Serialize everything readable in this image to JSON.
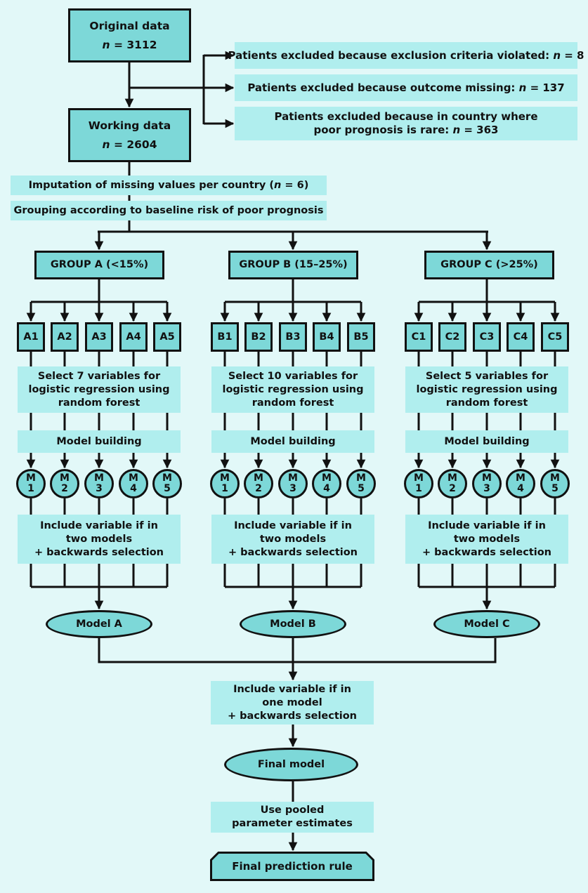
{
  "nodes": {
    "original": {
      "title": "Original data",
      "n_label": "n",
      "n_text": " = 3112"
    },
    "working": {
      "title": "Working data",
      "n_label": "n",
      "n_text": " = 2604"
    },
    "excluded_1": {
      "text": "Patients excluded because exclusion criteria violated: ",
      "n_label": "n",
      "n_text": " = 8"
    },
    "excluded_2": {
      "text": "Patients excluded because outcome missing: ",
      "n_label": "n",
      "n_text": " = 137"
    },
    "excluded_3": {
      "line1": "Patients excluded because in country where",
      "line2": "poor prognosis is rare: ",
      "n_label": "n",
      "n_text": " = 363"
    },
    "imputation": {
      "text": "Imputation of missing values per country (",
      "n_label": "n",
      "n_text": " = 6)"
    },
    "grouping": {
      "text": "Grouping according to baseline risk of poor prognosis"
    },
    "combine": {
      "line1": "Include variable if in",
      "line2": "one model",
      "line3": "+ backwards selection"
    },
    "final_model": {
      "text": "Final model"
    },
    "pooled": {
      "line1": "Use pooled",
      "line2": "parameter estimates"
    },
    "final_rule": {
      "text": "Final prediction rule"
    }
  },
  "groups": [
    {
      "label": "GROUP A (<15%)",
      "subsets": [
        "A1",
        "A2",
        "A3",
        "A4",
        "A5"
      ],
      "select_lines": [
        "Select 7 variables for",
        "logistic regression using",
        "random forest"
      ],
      "model_building": "Model building",
      "models": [
        [
          "M",
          "1"
        ],
        [
          "M",
          "2"
        ],
        [
          "M",
          "3"
        ],
        [
          "M",
          "4"
        ],
        [
          "M",
          "5"
        ]
      ],
      "include_lines": [
        "Include variable if in",
        "two models",
        "+ backwards selection"
      ],
      "result": "Model A"
    },
    {
      "label": "GROUP B (15–25%)",
      "subsets": [
        "B1",
        "B2",
        "B3",
        "B4",
        "B5"
      ],
      "select_lines": [
        "Select 10 variables for",
        "logistic regression using",
        "random forest"
      ],
      "model_building": "Model building",
      "models": [
        [
          "M",
          "1"
        ],
        [
          "M",
          "2"
        ],
        [
          "M",
          "3"
        ],
        [
          "M",
          "4"
        ],
        [
          "M",
          "5"
        ]
      ],
      "include_lines": [
        "Include variable if in",
        "two models",
        "+ backwards selection"
      ],
      "result": "Model B"
    },
    {
      "label": "GROUP C (>25%)",
      "subsets": [
        "C1",
        "C2",
        "C3",
        "C4",
        "C5"
      ],
      "select_lines": [
        "Select 5 variables for",
        "logistic regression using",
        "random forest"
      ],
      "model_building": "Model building",
      "models": [
        [
          "M",
          "1"
        ],
        [
          "M",
          "2"
        ],
        [
          "M",
          "3"
        ],
        [
          "M",
          "4"
        ],
        [
          "M",
          "5"
        ]
      ],
      "include_lines": [
        "Include variable if in",
        "two models",
        "+ backwards selection"
      ],
      "result": "Model C"
    }
  ],
  "colors": {
    "background": "#e2f8f8",
    "box_fill": "#7dd8d8",
    "plain_fill": "#b0eeee",
    "line": "#111111"
  }
}
